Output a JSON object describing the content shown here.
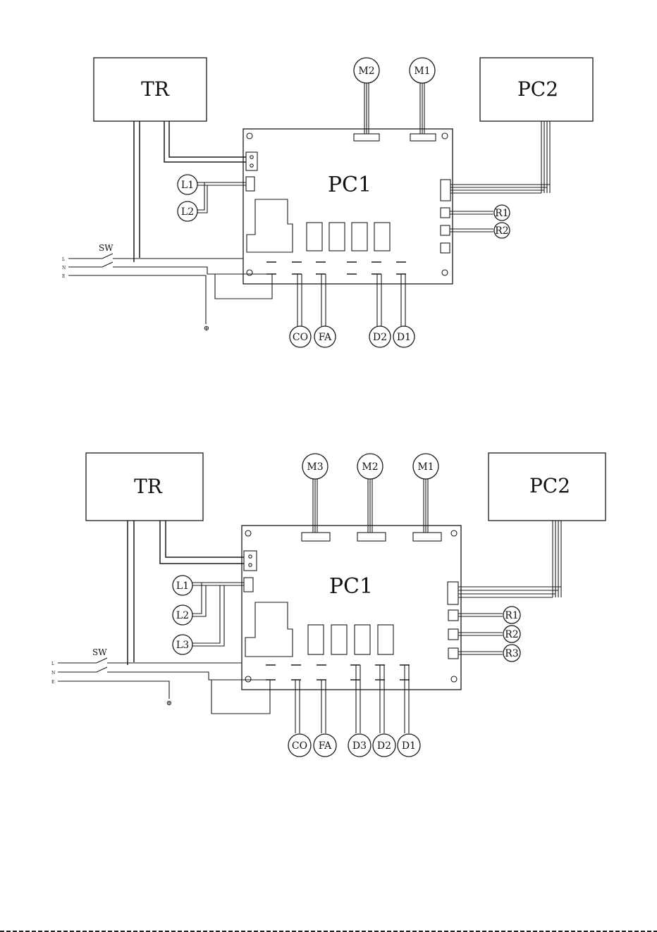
{
  "diagrams": [
    {
      "id": "top",
      "transformer": "TR",
      "main_board": "PC1",
      "secondary_board": "PC2",
      "switch": "SW",
      "supply": [
        "L",
        "N",
        "E"
      ],
      "motors": [
        "M2",
        "M1"
      ],
      "inductors": [
        "L1",
        "L2"
      ],
      "relays": [
        "R1",
        "R2"
      ],
      "bottom_loads": [
        "CO",
        "FA",
        "D2",
        "D1"
      ],
      "ground_symbol": "⊕"
    },
    {
      "id": "bottom",
      "transformer": "TR",
      "main_board": "PC1",
      "secondary_board": "PC2",
      "switch": "SW",
      "supply": [
        "L",
        "N",
        "E"
      ],
      "motors": [
        "M3",
        "M2",
        "M1"
      ],
      "inductors": [
        "L1",
        "L2",
        "L3"
      ],
      "relays": [
        "R1",
        "R2",
        "R3"
      ],
      "bottom_loads": [
        "CO",
        "FA",
        "D3",
        "D2",
        "D1"
      ],
      "ground_symbol": "⊕"
    }
  ]
}
